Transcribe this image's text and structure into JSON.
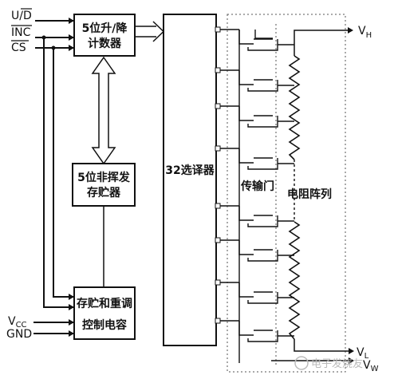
{
  "pins": {
    "ud": "U/D",
    "inc": "INC",
    "cs": "CS",
    "vcc": "V",
    "vcc_sub": "CC",
    "gnd": "GND",
    "vh": "V",
    "vh_sub": "H",
    "vl": "V",
    "vl_sub": "L",
    "vw": "V",
    "vw_sub": "W"
  },
  "blocks": {
    "counter_line1": "5位升/降",
    "counter_line2": "计数器",
    "nvmem_line1": "5位非挥发",
    "nvmem_line2": "存贮器",
    "ctrl_line1": "存贮和重调",
    "ctrl_line2": "控制电容",
    "selector": "32选译器",
    "gates": "传输门",
    "resistors": "电阻阵列"
  },
  "watermark": "电子发烧友"
}
